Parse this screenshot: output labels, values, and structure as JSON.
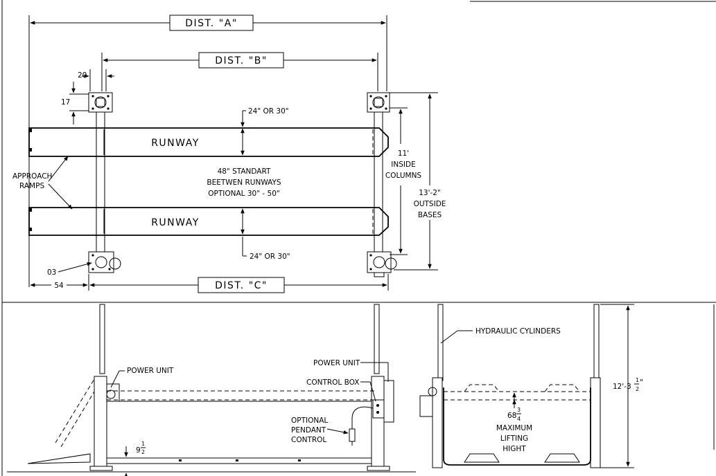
{
  "dist_a": "DIST.  \"A\"",
  "dist_b": "DIST.  \"B\"",
  "dist_c": "DIST.  \"C\"",
  "dim_20": "20",
  "dim_17": "17",
  "dim_54": "54",
  "label_03": "03",
  "runway_top": "RUNWAY",
  "runway_bottom": "RUNWAY",
  "approach_line1": "APPROACH",
  "approach_line2": "RAMPS",
  "gap_top": "24\" OR 30\"",
  "gap_bottom": "24\" OR 30\"",
  "between_line1": "48\" STANDART",
  "between_line2": "BEETWEN RUNWAYS",
  "between_line3": "OPTIONAL 30\" - 50\"",
  "inside_line1": "11'",
  "inside_line2": "INSIDE",
  "inside_line3": "COLUMNS",
  "outside_line1": "13'-2\"",
  "outside_line2": "OUTSIDE",
  "outside_line3": "BASES",
  "power_unit_left": "POWER UNIT",
  "power_unit_right": "POWER UNIT",
  "control_box": "CONTROL BOX",
  "pendant_line1": "OPTIONAL",
  "pendant_line2": "PENDANT",
  "pendant_line3": "CONTROL",
  "dim_9": "9",
  "dim_9_num": "1",
  "dim_9_den": "2",
  "hydraulic_cylinders": "HYDRAULIC CYLINDERS",
  "height_main": "12'-3",
  "height_num": "1",
  "height_den": "2",
  "height_unit": "\"",
  "lift_main": "68",
  "lift_num": "3",
  "lift_den": "4",
  "lift_line1": "MAXIMUM",
  "lift_line2": "LIFTING",
  "lift_line3": "HIGHT"
}
